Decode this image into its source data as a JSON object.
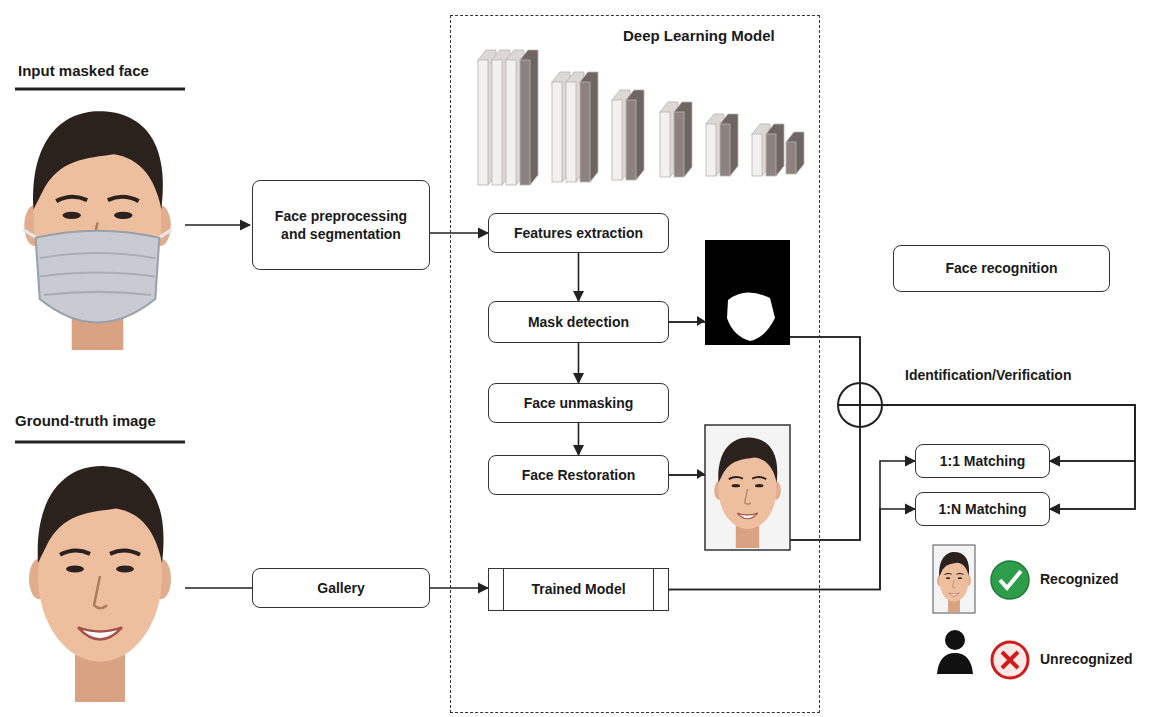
{
  "diagram": {
    "nodes": [
      {
        "text": [
          "Face preprocessing and segmentation"
        ]
      },
      {
        "text": [
          "Deep Learning Model"
        ]
      },
      {
        "text": [
          "Features extraction"
        ],
        "in": 1
      },
      {
        "text": [
          "Mask detection"
        ],
        "in": 1
      },
      {
        "text": [
          "Face unmasking"
        ],
        "in": 1
      },
      {
        "text": [
          "Face Restoration"
        ],
        "in": 1
      },
      {
        "text": [
          "Face recognition"
        ]
      },
      {
        "text": [
          "1:1 Matching"
        ]
      },
      {
        "text": [
          "1:N Matching"
        ]
      },
      {
        "text": [
          "Gallery"
        ]
      },
      {
        "text": [
          "Trained Model"
        ],
        "in": 1
      }
    ],
    "edges": [
      {
        "from": 0,
        "to": 2,
        "arrow": "to"
      },
      {
        "from": 2,
        "to": 3,
        "arrow": "to"
      },
      {
        "from": 3,
        "to": 4,
        "arrow": "to"
      },
      {
        "from": 4,
        "to": 5,
        "arrow": "to"
      },
      {
        "from": 3,
        "to": 7,
        "arrow": "to"
      },
      {
        "from": 3,
        "to": 8,
        "arrow": "to"
      },
      {
        "from": 5,
        "to": 7,
        "arrow": "to"
      },
      {
        "from": 5,
        "to": 8,
        "arrow": "to"
      },
      {
        "from": 9,
        "to": 10,
        "arrow": "to"
      },
      {
        "from": 10,
        "to": 7,
        "arrow": "to"
      },
      {
        "from": 10,
        "to": 8,
        "arrow": "to"
      }
    ],
    "labels": [
      "Input masked face",
      "Ground-truth image",
      "Identification/Verification",
      "Recognized",
      "Unrecognized"
    ]
  }
}
